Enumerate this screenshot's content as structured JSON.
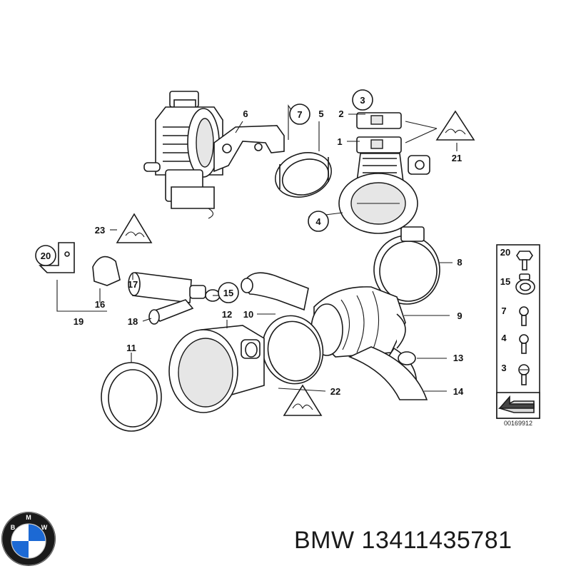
{
  "diagram": {
    "callouts": [
      "1",
      "2",
      "3",
      "4",
      "5",
      "6",
      "7",
      "8",
      "9",
      "10",
      "11",
      "12",
      "13",
      "14",
      "15",
      "16",
      "17",
      "18",
      "19",
      "20",
      "21",
      "22",
      "23"
    ],
    "legend_numbers": [
      "20",
      "15",
      "7",
      "4",
      "3"
    ],
    "drawing_id": "00169912"
  },
  "brand": {
    "logo_letters": "BMW",
    "colors": {
      "blue": "#1c69d4",
      "ring": "#1a1a1a",
      "white": "#ffffff"
    }
  },
  "caption": {
    "brand": "BMW",
    "part_number": "13411435781"
  }
}
